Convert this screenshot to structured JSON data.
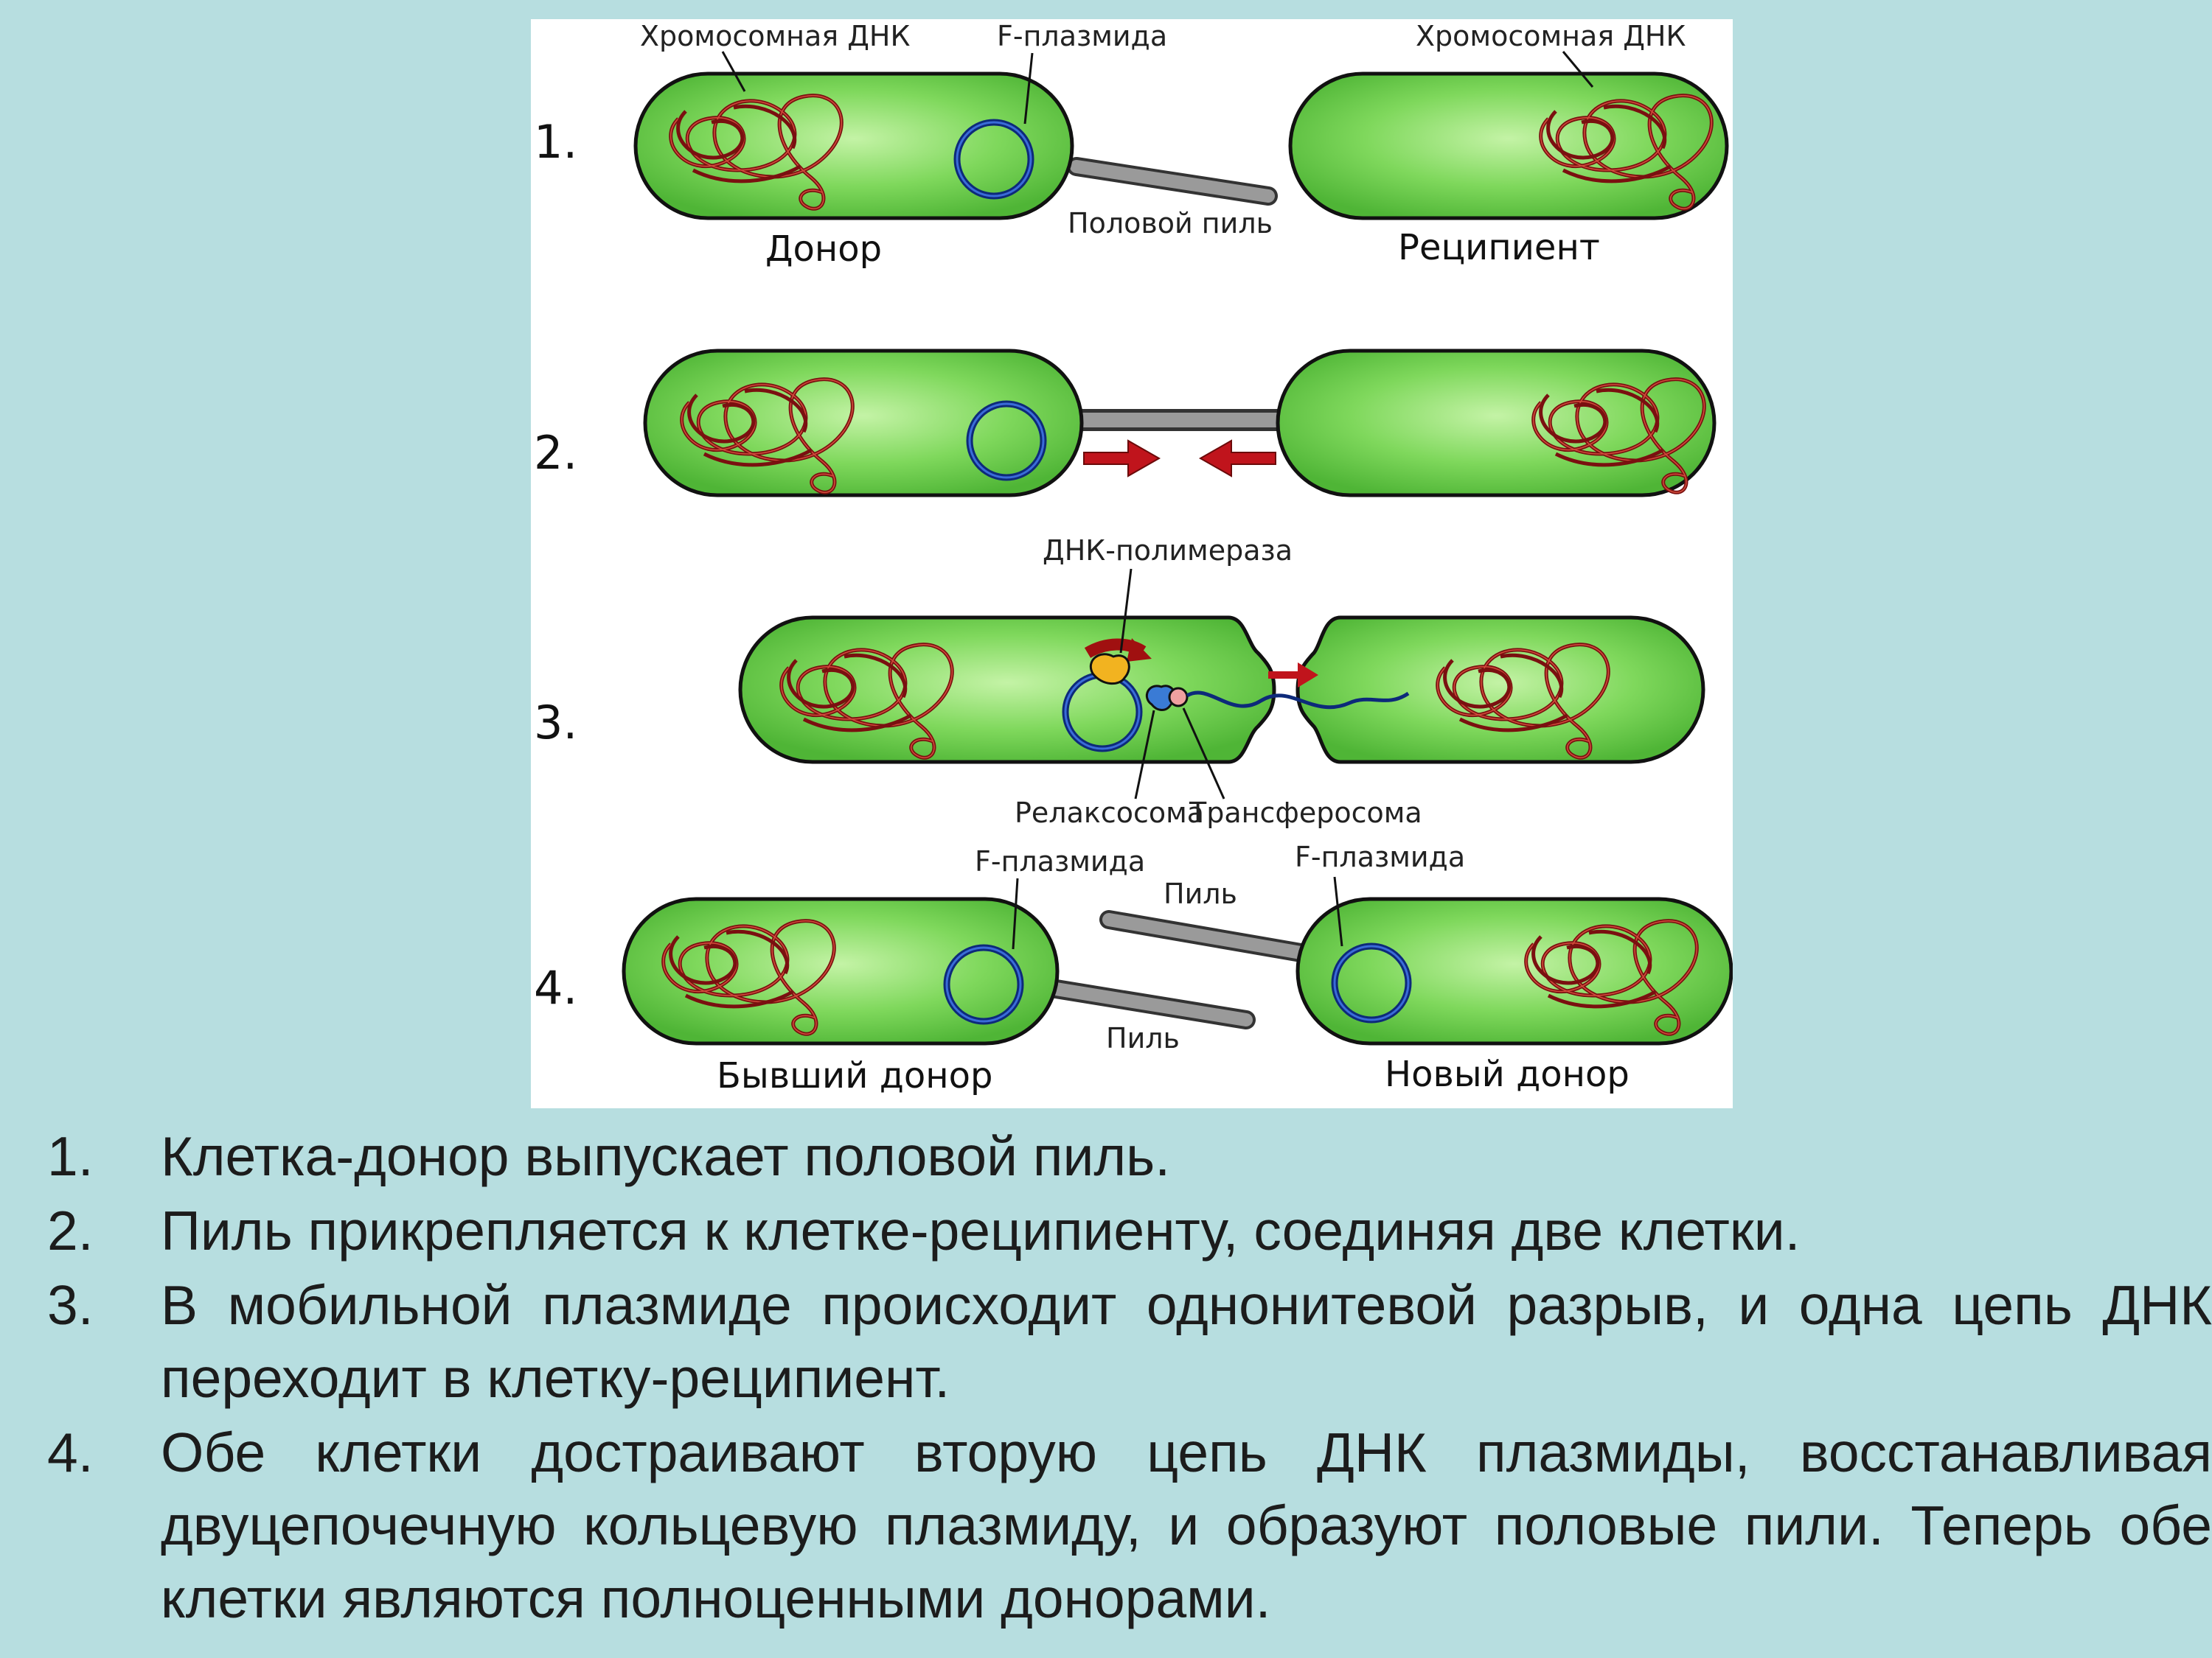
{
  "diagram": {
    "step_numbers": [
      "1.",
      "2.",
      "3.",
      "4."
    ],
    "labels": {
      "chromosomal_dna_donor": "Хромосомная ДНК",
      "f_plasmid_top": "F-плазмида",
      "chromosomal_dna_recipient": "Хромосомная ДНК",
      "sex_pilus": "Половой пиль",
      "donor": "Донор",
      "recipient": "Реципиент",
      "dna_polymerase": "ДНК-полимераза",
      "relaxosome": "Релаксосома",
      "transferosome": "Трансферосома",
      "f_plasmid_former": "F-плазмида",
      "f_plasmid_new": "F-плазмида",
      "pilus_upper": "Пиль",
      "pilus_lower": "Пиль",
      "former_donor": "Бывший донор",
      "new_donor": "Новый донор"
    },
    "colors": {
      "cell_fill": "#6fcf4f",
      "cell_highlight": "#b5ee93",
      "dna": "#7a1010",
      "plasmid": "#0d2a7a",
      "arrow": "#c0141c",
      "background": "#b7dee0"
    }
  },
  "steps": [
    {
      "num": "1.",
      "text": "Клетка-донор выпускает половой пиль."
    },
    {
      "num": "2.",
      "text": "Пиль прикрепляется к клетке-реципиенту, соединяя две клетки."
    },
    {
      "num": "3.",
      "text": "В мобильной плазмиде происходит однонитевой разрыв, и одна цепь ДНК переходит в клетку-реципиент."
    },
    {
      "num": "4.",
      "text": "Обе клетки достраивают вторую цепь ДНК плазмиды, восстанавливая двуцепочечную кольцевую плазмиду, и образуют половые пили. Теперь обе клетки являются полноценными донорами."
    }
  ]
}
